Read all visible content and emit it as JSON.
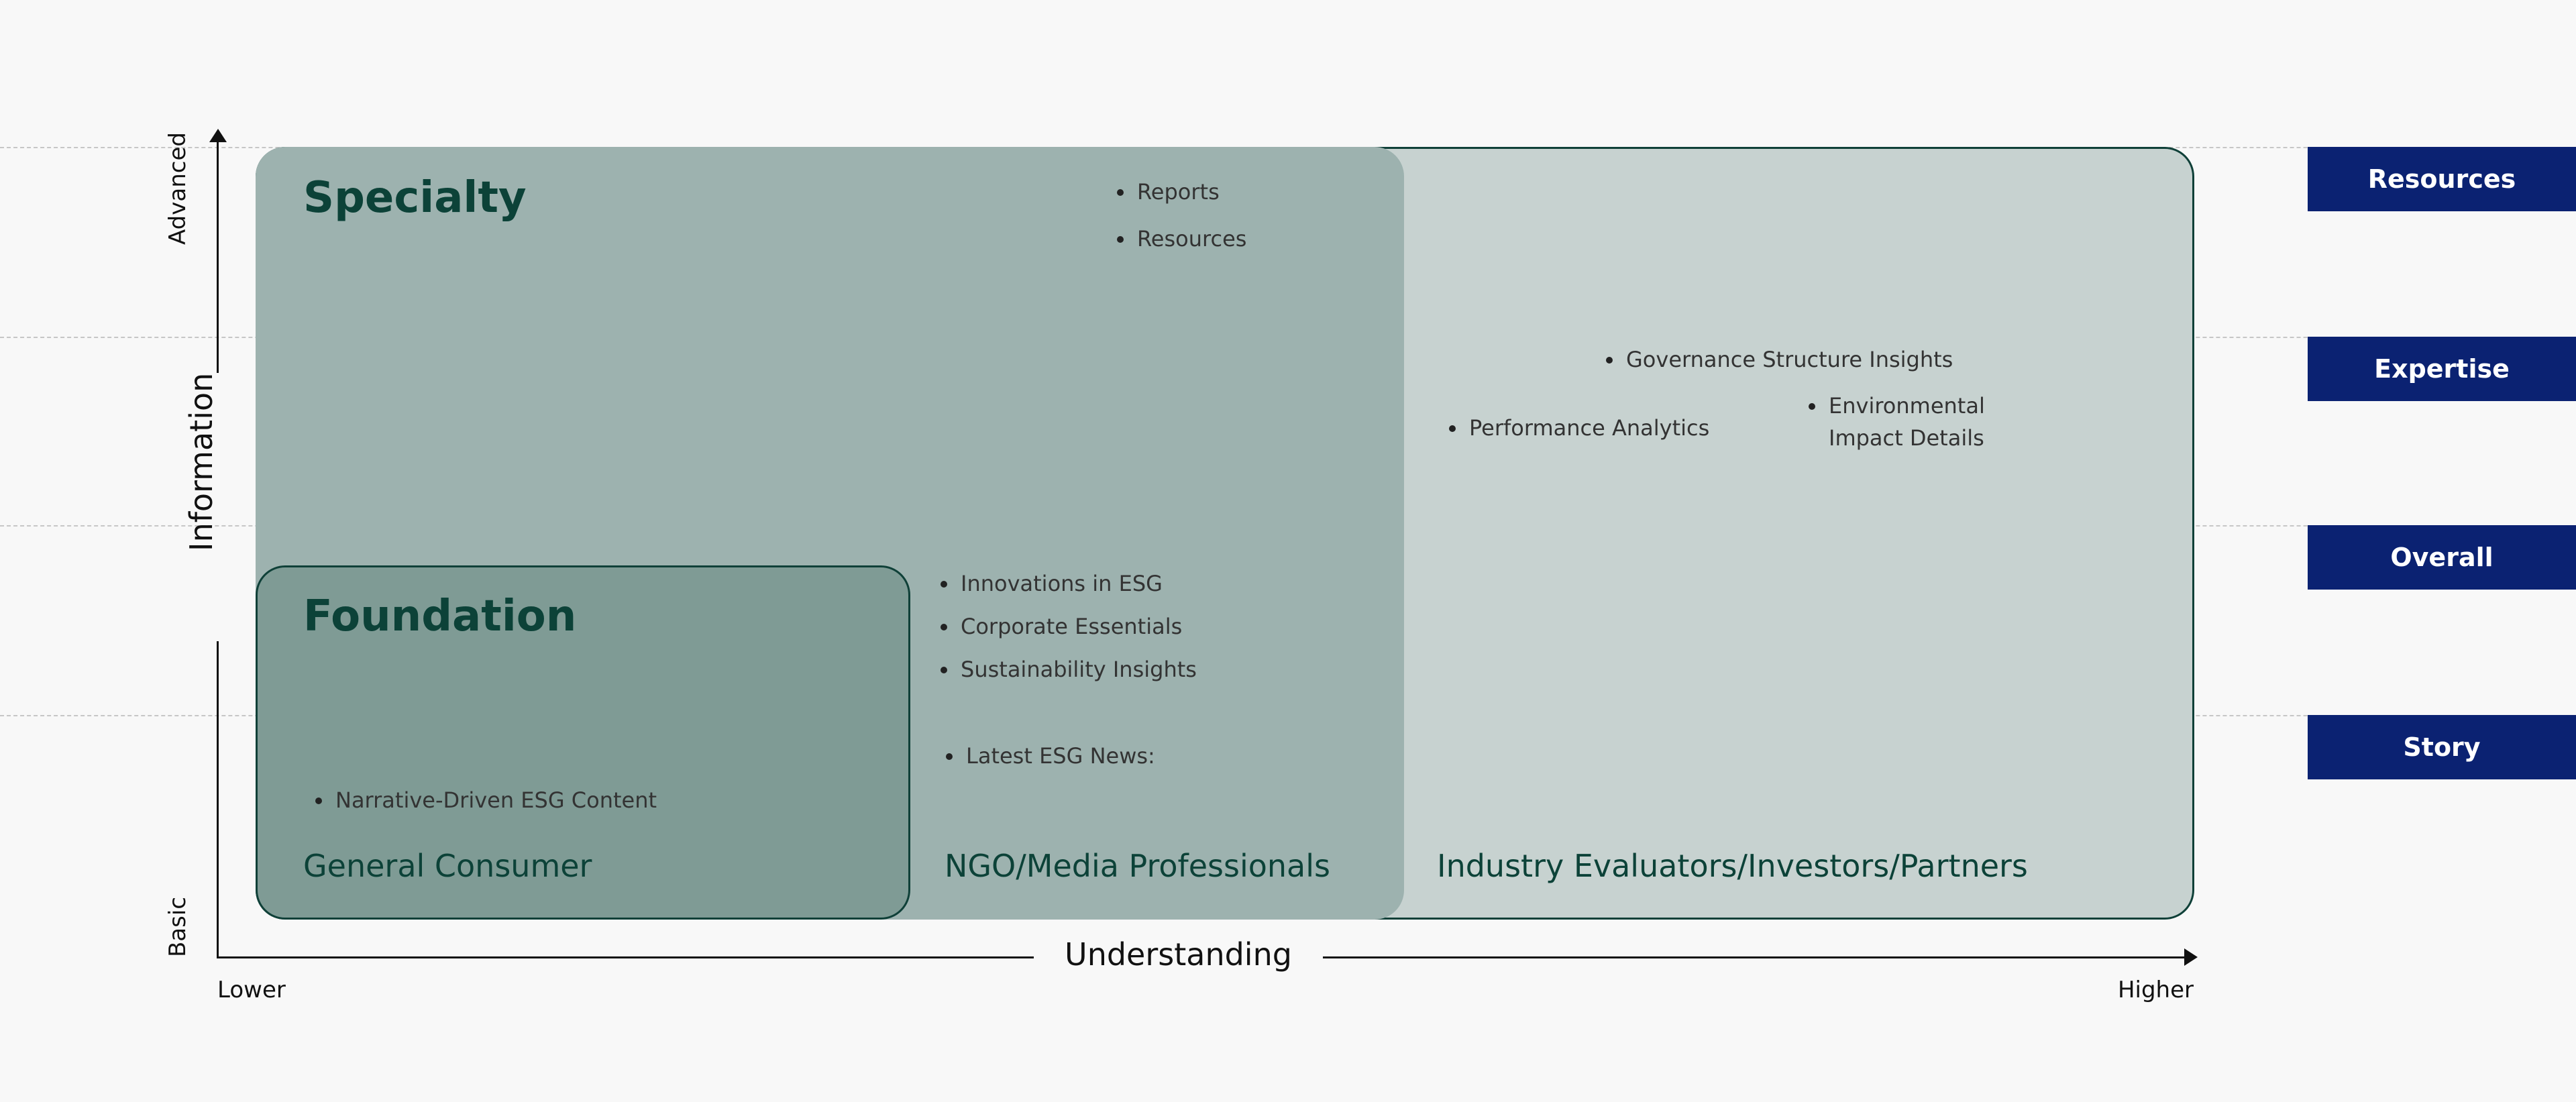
{
  "zones": {
    "specialty": "Specialty",
    "foundation": "Foundation"
  },
  "audiences": {
    "general": "General Consumer",
    "ngo": "NGO/Media Professionals",
    "industry": "Industry Evaluators/Investors/Partners"
  },
  "items": {
    "reports": "Reports",
    "resources": "Resources",
    "governance": "Governance Structure Insights",
    "performance": "Performance Analytics",
    "environmental": "Environmental Impact Details",
    "innovations": "Innovations in ESG",
    "corporate": "Corporate Essentials",
    "sustainability": "Sustainability Insights",
    "latest_news": "Latest ESG News:",
    "narrative": "Narrative-Driven ESG Content"
  },
  "axes": {
    "y_label": "Information",
    "y_top": "Advanced",
    "y_bottom": "Basic",
    "x_label": "Understanding",
    "x_left": "Lower",
    "x_right": "Higher"
  },
  "tiers": [
    "Resources",
    "Expertise",
    "Overall",
    "Story"
  ],
  "colors": {
    "tier_bg": "#0b2272",
    "zone_title": "#0c4238",
    "outer_region": "#c7d2d0",
    "mid_region": "#9db2af",
    "inner_region": "#7f9b95"
  }
}
